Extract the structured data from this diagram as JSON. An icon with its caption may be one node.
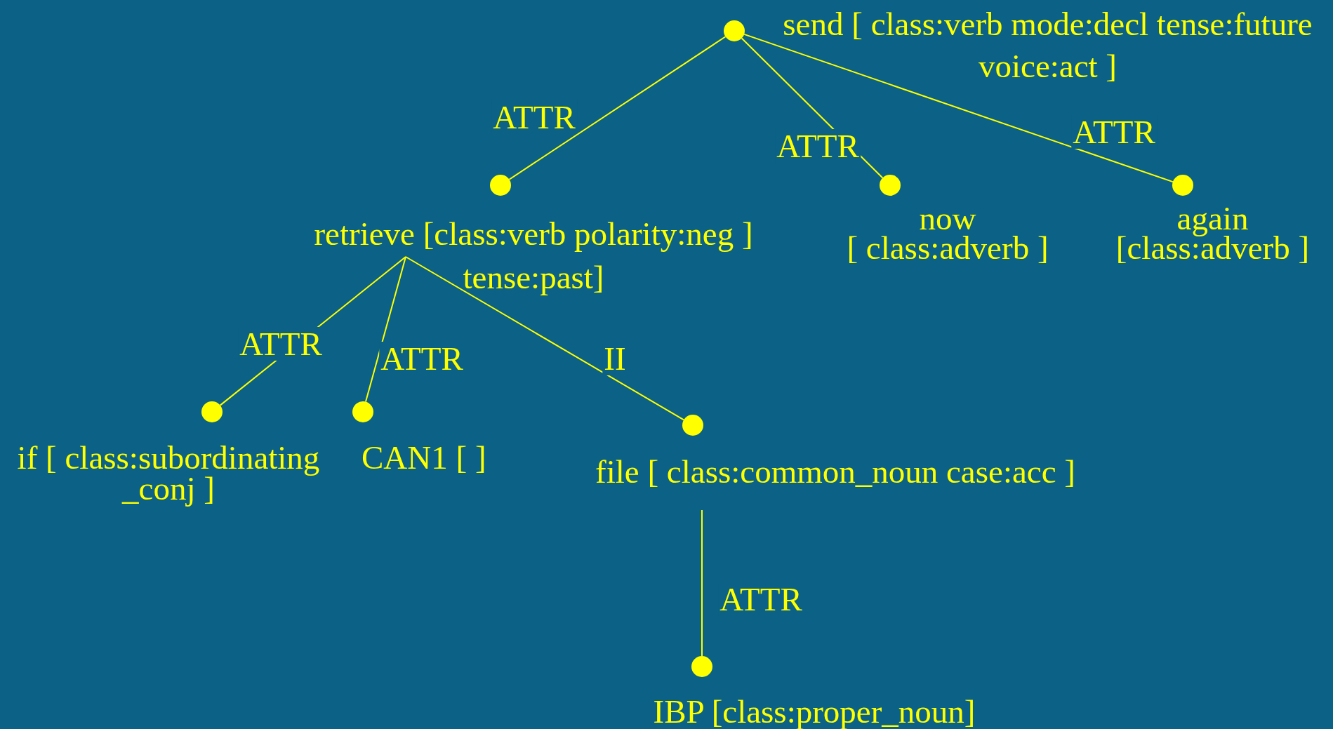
{
  "diagram": {
    "nodes": [
      {
        "text": [],
        "shape": "circle",
        "beside": [
          "send [ class:verb mode:decl tense:future voice:act ]"
        ]
      },
      {
        "text": [],
        "shape": "circle",
        "beside": [
          "retrieve [class:verb polarity:neg ] tense:past]"
        ]
      },
      {
        "text": [],
        "shape": "circle",
        "beside": [
          "now [ class:adverb ]"
        ]
      },
      {
        "text": [],
        "shape": "circle",
        "beside": [
          "again [class:adverb ]"
        ]
      },
      {
        "text": [],
        "shape": "circle",
        "beside": [
          "if [ class:subordinating _conj ]"
        ]
      },
      {
        "text": [],
        "shape": "circle",
        "beside": [
          "CAN1 [ ]"
        ]
      },
      {
        "text": [],
        "shape": "circle",
        "beside": [
          "file [ class:common_noun case:acc ]"
        ]
      },
      {
        "text": [],
        "shape": "circle",
        "beside": [
          "IBP [class:proper_noun]"
        ]
      }
    ],
    "edges": [
      {
        "from": 0,
        "to": 1,
        "arrow": "none",
        "label": "ATTR"
      },
      {
        "from": 0,
        "to": 2,
        "arrow": "none",
        "label": "ATTR"
      },
      {
        "from": 0,
        "to": 3,
        "arrow": "none",
        "label": "ATTR"
      },
      {
        "from": 1,
        "to": 4,
        "arrow": "none",
        "label": "ATTR"
      },
      {
        "from": 1,
        "to": 5,
        "arrow": "none",
        "label": "ATTR"
      },
      {
        "from": 1,
        "to": 6,
        "arrow": "none",
        "label": "II"
      },
      {
        "from": 6,
        "to": 7,
        "arrow": "none",
        "label": "ATTR"
      }
    ]
  }
}
